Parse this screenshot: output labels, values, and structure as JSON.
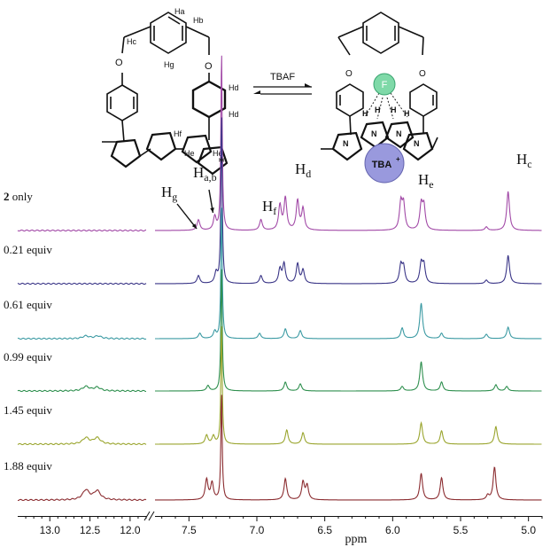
{
  "scheme": {
    "reagent": "TBAF",
    "protons_left": [
      "Ha",
      "Hb",
      "Hc",
      "Hg",
      "Hd",
      "Hd",
      "He",
      "He",
      "Hf"
    ],
    "anion": "F",
    "cation": "TBA",
    "cation_sup": "+",
    "nh_labels": [
      "H",
      "H",
      "H",
      "H"
    ],
    "nh_atoms": [
      "N",
      "N",
      "N",
      "N"
    ]
  },
  "chart_data": {
    "type": "line",
    "xlabel": "ppm",
    "x_ticks_left": [
      "13.0",
      "12.5",
      "12.0"
    ],
    "x_ticks_right": [
      "7.5",
      "7.0",
      "6.5",
      "6.0",
      "5.5",
      "5.0"
    ],
    "x_range_left": [
      13.4,
      11.8
    ],
    "x_range_right": [
      7.75,
      4.9
    ],
    "axis_break": true,
    "solvent_marker": "*",
    "solvent_ppm": 7.26,
    "peak_labels": [
      {
        "main": "H",
        "sub": "g",
        "ppm": 7.43
      },
      {
        "main": "H",
        "sub": "a,b",
        "ppm": 7.3
      },
      {
        "main": "H",
        "sub": "f",
        "ppm": 6.97
      },
      {
        "main": "H",
        "sub": "d",
        "ppm": 6.75
      },
      {
        "main": "H",
        "sub": "e",
        "ppm": 5.86
      },
      {
        "main": "H",
        "sub": "c",
        "ppm": 5.15
      }
    ],
    "series": [
      {
        "name_bold": "2",
        "name": " only",
        "color": "#a24aa7",
        "peaks": [
          [
            7.43,
            12
          ],
          [
            7.31,
            15
          ],
          [
            7.26,
            200
          ],
          [
            6.97,
            12
          ],
          [
            6.83,
            28
          ],
          [
            6.79,
            36
          ],
          [
            6.7,
            33
          ],
          [
            6.66,
            24
          ],
          [
            5.94,
            30
          ],
          [
            5.92,
            28
          ],
          [
            5.79,
            28
          ],
          [
            5.77,
            26
          ],
          [
            5.31,
            4
          ],
          [
            5.15,
            44
          ]
        ]
      },
      {
        "name": "0.21 equiv",
        "color": "#3a3587",
        "peaks": [
          [
            7.43,
            9
          ],
          [
            7.3,
            12
          ],
          [
            7.26,
            190
          ],
          [
            6.97,
            9
          ],
          [
            6.83,
            16
          ],
          [
            6.8,
            22
          ],
          [
            6.7,
            22
          ],
          [
            6.66,
            15
          ],
          [
            5.94,
            20
          ],
          [
            5.92,
            18
          ],
          [
            5.79,
            22
          ],
          [
            5.77,
            20
          ],
          [
            5.31,
            4
          ],
          [
            5.15,
            32
          ]
        ]
      },
      {
        "name": "0.61 equiv",
        "color": "#3b9aa3",
        "peaks": [
          [
            12.55,
            3
          ],
          [
            12.4,
            3
          ],
          [
            7.42,
            6
          ],
          [
            7.31,
            8
          ],
          [
            7.26,
            150
          ],
          [
            6.98,
            6
          ],
          [
            6.79,
            11
          ],
          [
            6.68,
            9
          ],
          [
            5.93,
            12
          ],
          [
            5.79,
            40
          ],
          [
            5.64,
            6
          ],
          [
            5.31,
            5
          ],
          [
            5.15,
            13
          ]
        ]
      },
      {
        "name": "0.99 equiv",
        "color": "#2e8f4e",
        "peaks": [
          [
            12.55,
            5
          ],
          [
            12.41,
            4
          ],
          [
            7.36,
            6
          ],
          [
            7.26,
            140
          ],
          [
            6.79,
            10
          ],
          [
            6.68,
            8
          ],
          [
            5.93,
            5
          ],
          [
            5.79,
            33
          ],
          [
            5.64,
            10
          ],
          [
            5.24,
            7
          ],
          [
            5.16,
            5
          ]
        ]
      },
      {
        "name": "1.45 equiv",
        "color": "#9aa52e",
        "peaks": [
          [
            12.55,
            7
          ],
          [
            12.41,
            7
          ],
          [
            7.37,
            10
          ],
          [
            7.32,
            9
          ],
          [
            7.26,
            135
          ],
          [
            6.78,
            16
          ],
          [
            6.66,
            13
          ],
          [
            5.79,
            24
          ],
          [
            5.64,
            15
          ],
          [
            5.24,
            20
          ]
        ]
      },
      {
        "name": "1.88 equiv",
        "color": "#8b2c30",
        "peaks": [
          [
            12.55,
            11
          ],
          [
            12.41,
            10
          ],
          [
            7.37,
            23
          ],
          [
            7.33,
            19
          ],
          [
            7.26,
            120
          ],
          [
            6.79,
            24
          ],
          [
            6.66,
            20
          ],
          [
            6.63,
            16
          ],
          [
            5.79,
            30
          ],
          [
            5.64,
            25
          ],
          [
            5.25,
            37
          ],
          [
            5.3,
            5
          ]
        ]
      }
    ]
  }
}
